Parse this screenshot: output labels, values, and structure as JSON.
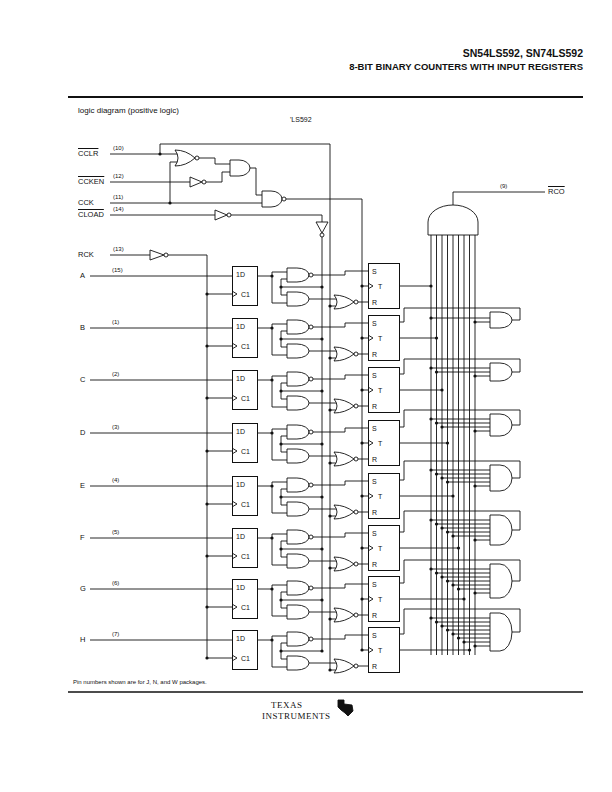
{
  "diagram": {
    "title": "SN54LS592, SN74LS592",
    "nodes": [
      {
        "text": [
          "1D",
          "C1"
        ]
      },
      {
        "text": [
          "S",
          "T",
          "R"
        ]
      },
      {
        "text": [
          "1D",
          "C1"
        ]
      },
      {
        "text": [
          "S",
          "T",
          "R"
        ]
      },
      {
        "text": [
          "1D",
          "C1"
        ]
      },
      {
        "text": [
          "S",
          "T",
          "R"
        ]
      },
      {
        "text": [
          "1D",
          "C1"
        ]
      },
      {
        "text": [
          "S",
          "T",
          "R"
        ]
      },
      {
        "text": [
          "1D",
          "C1"
        ]
      },
      {
        "text": [
          "S",
          "T",
          "R"
        ]
      },
      {
        "text": [
          "1D",
          "C1"
        ]
      },
      {
        "text": [
          "S",
          "T",
          "R"
        ]
      },
      {
        "text": [
          "1D",
          "C1"
        ]
      },
      {
        "text": [
          "S",
          "T",
          "R"
        ]
      },
      {
        "text": [
          "1D",
          "C1"
        ]
      },
      {
        "text": [
          "S",
          "T",
          "R"
        ]
      }
    ],
    "labels": [
      "8-BIT BINARY COUNTERS WITH INPUT REGISTERS",
      "logic diagram (positive logic)",
      "'LS592",
      "CCLR",
      "(10)",
      "CCKEN",
      "(12)",
      "CCK",
      "(11)",
      "CLOAD",
      "(14)",
      "RCK",
      "(13)",
      "(9)",
      "RCO",
      "A",
      "(15)",
      "B",
      "(1)",
      "C",
      "(2)",
      "D",
      "(3)",
      "E",
      "(4)",
      "F",
      "(5)",
      "G",
      "(6)",
      "H",
      "(7)",
      "Pin numbers shown are for J, N, and W packages.",
      "TEXAS",
      "INSTRUMENTS"
    ]
  }
}
